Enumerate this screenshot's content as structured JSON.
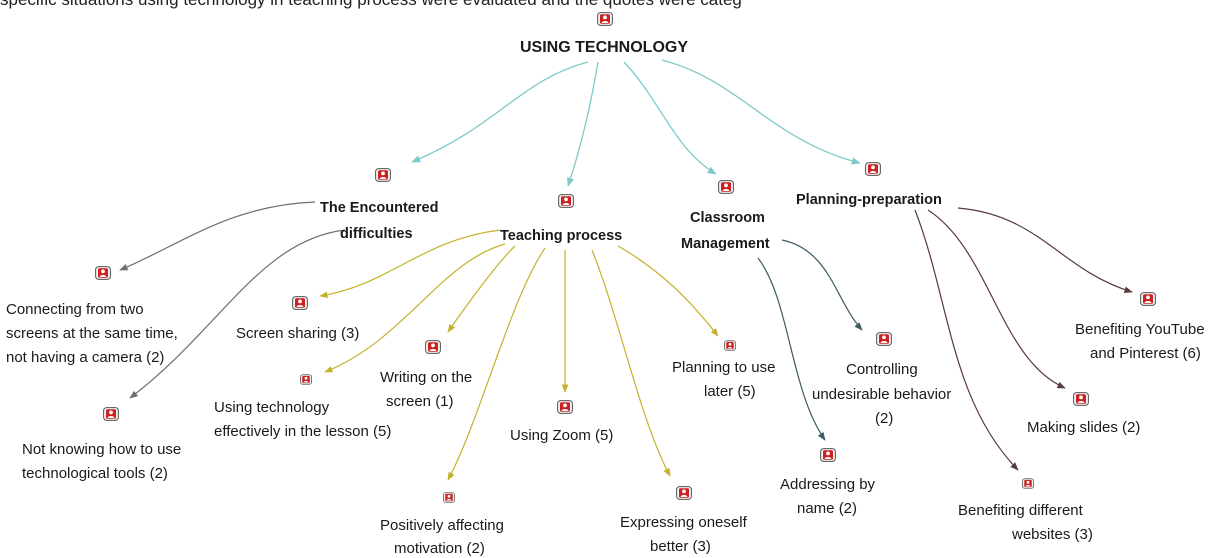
{
  "header": {
    "text": "specific situations using technology in teaching process were evaluated and the quotes were categ"
  },
  "root": {
    "label": "USING TECHNOLOGY"
  },
  "categories": {
    "difficulties": [
      "The Encountered",
      "difficulties"
    ],
    "teaching": "Teaching process",
    "classroom": [
      "Classroom",
      "Management"
    ],
    "planning": "Planning-preparation"
  },
  "codes": {
    "connecting": [
      "Connecting from two",
      "screens at the same time,",
      "not having a camera (2)"
    ],
    "not_knowing": [
      "Not knowing how to use",
      "technological tools (2)"
    ],
    "screen_sharing": "Screen sharing (3)",
    "using_effectively": [
      "Using technology",
      "effectively in the lesson (5)"
    ],
    "writing": [
      "Writing on the",
      "screen (1)"
    ],
    "positively": [
      "Positively affecting",
      "motivation (2)"
    ],
    "using_zoom": "Using Zoom (5)",
    "expressing": [
      "Expressing oneself",
      "better (3)"
    ],
    "planning_later": [
      "Planning to use",
      "later (5)"
    ],
    "addressing": [
      "Addressing by",
      "name (2)"
    ],
    "controlling": [
      "Controlling",
      "undesirable behavior",
      "(2)"
    ],
    "benefiting_websites": [
      "Benefiting different",
      "websites (3)"
    ],
    "making_slides": "Making slides (2)",
    "benefiting_youtube": [
      "Benefiting YouTube",
      "and Pinterest (6)"
    ]
  },
  "colors": {
    "root_links": "#7ec9c9",
    "difficulties_links": "#6e6e72",
    "teaching_links": "#c4b22c",
    "classroom_links": "#3e5a63",
    "planning_links": "#5a3a3a",
    "icon_fill": "#cc2222"
  },
  "icons": {
    "node": "person-card-icon"
  }
}
